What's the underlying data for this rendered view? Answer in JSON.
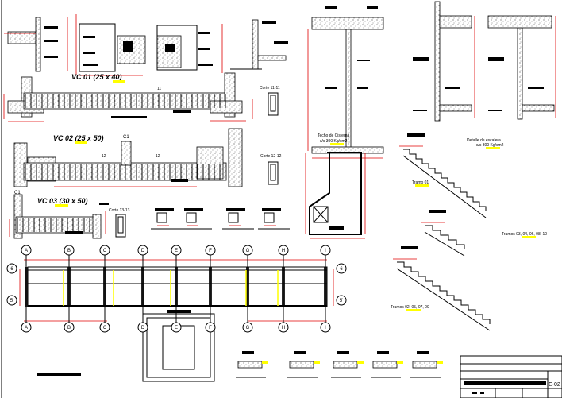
{
  "sheet": {
    "sheet_number": "E-02",
    "colors": {
      "lines": "#000000",
      "dimensions": "#e00000",
      "highlight": "#ffff00"
    }
  },
  "beams": {
    "vc01": {
      "title_prefix": "VC 01 (",
      "title_hl": "25",
      "title_suffix": " x 40)",
      "cut_mark": "11",
      "section": "Corte 11-11"
    },
    "vc02": {
      "title_prefix": "VC 02 (",
      "title_hl": "25",
      "title_suffix": " x 50)",
      "column": "C1",
      "cut_mark_a": "12",
      "cut_mark_b": "12",
      "section": "Corte 12-12"
    },
    "vc03": {
      "title_prefix": "VC 03 (",
      "title_hl": "30",
      "title_suffix": " x 50)",
      "column": "C1",
      "section": "Corte 13-13"
    }
  },
  "cistern": {
    "title": "Techo de Cisterna",
    "load_prefix": "s/c ",
    "load_hl": "300",
    "load_suffix": " Kg/cm2"
  },
  "stairs": {
    "title": "Detalle de escalera",
    "load_prefix": "s/c ",
    "load_hl": "300",
    "load_suffix": " Kg/cm2",
    "tramo1_prefix": "Tramo ",
    "tramo1_hl": "01",
    "tramo2_prefix": "Tramos ",
    "tramo2_hl": "03, 04, 06, 08, 10",
    "tramo3_prefix": "Tramos ",
    "tramo3_hl": "02, 05, 07, 09"
  },
  "plan": {
    "column_axes": [
      "A",
      "B",
      "C",
      "D",
      "E",
      "F",
      "G",
      "H",
      "I"
    ],
    "row_axes": [
      "6",
      "5'"
    ]
  }
}
